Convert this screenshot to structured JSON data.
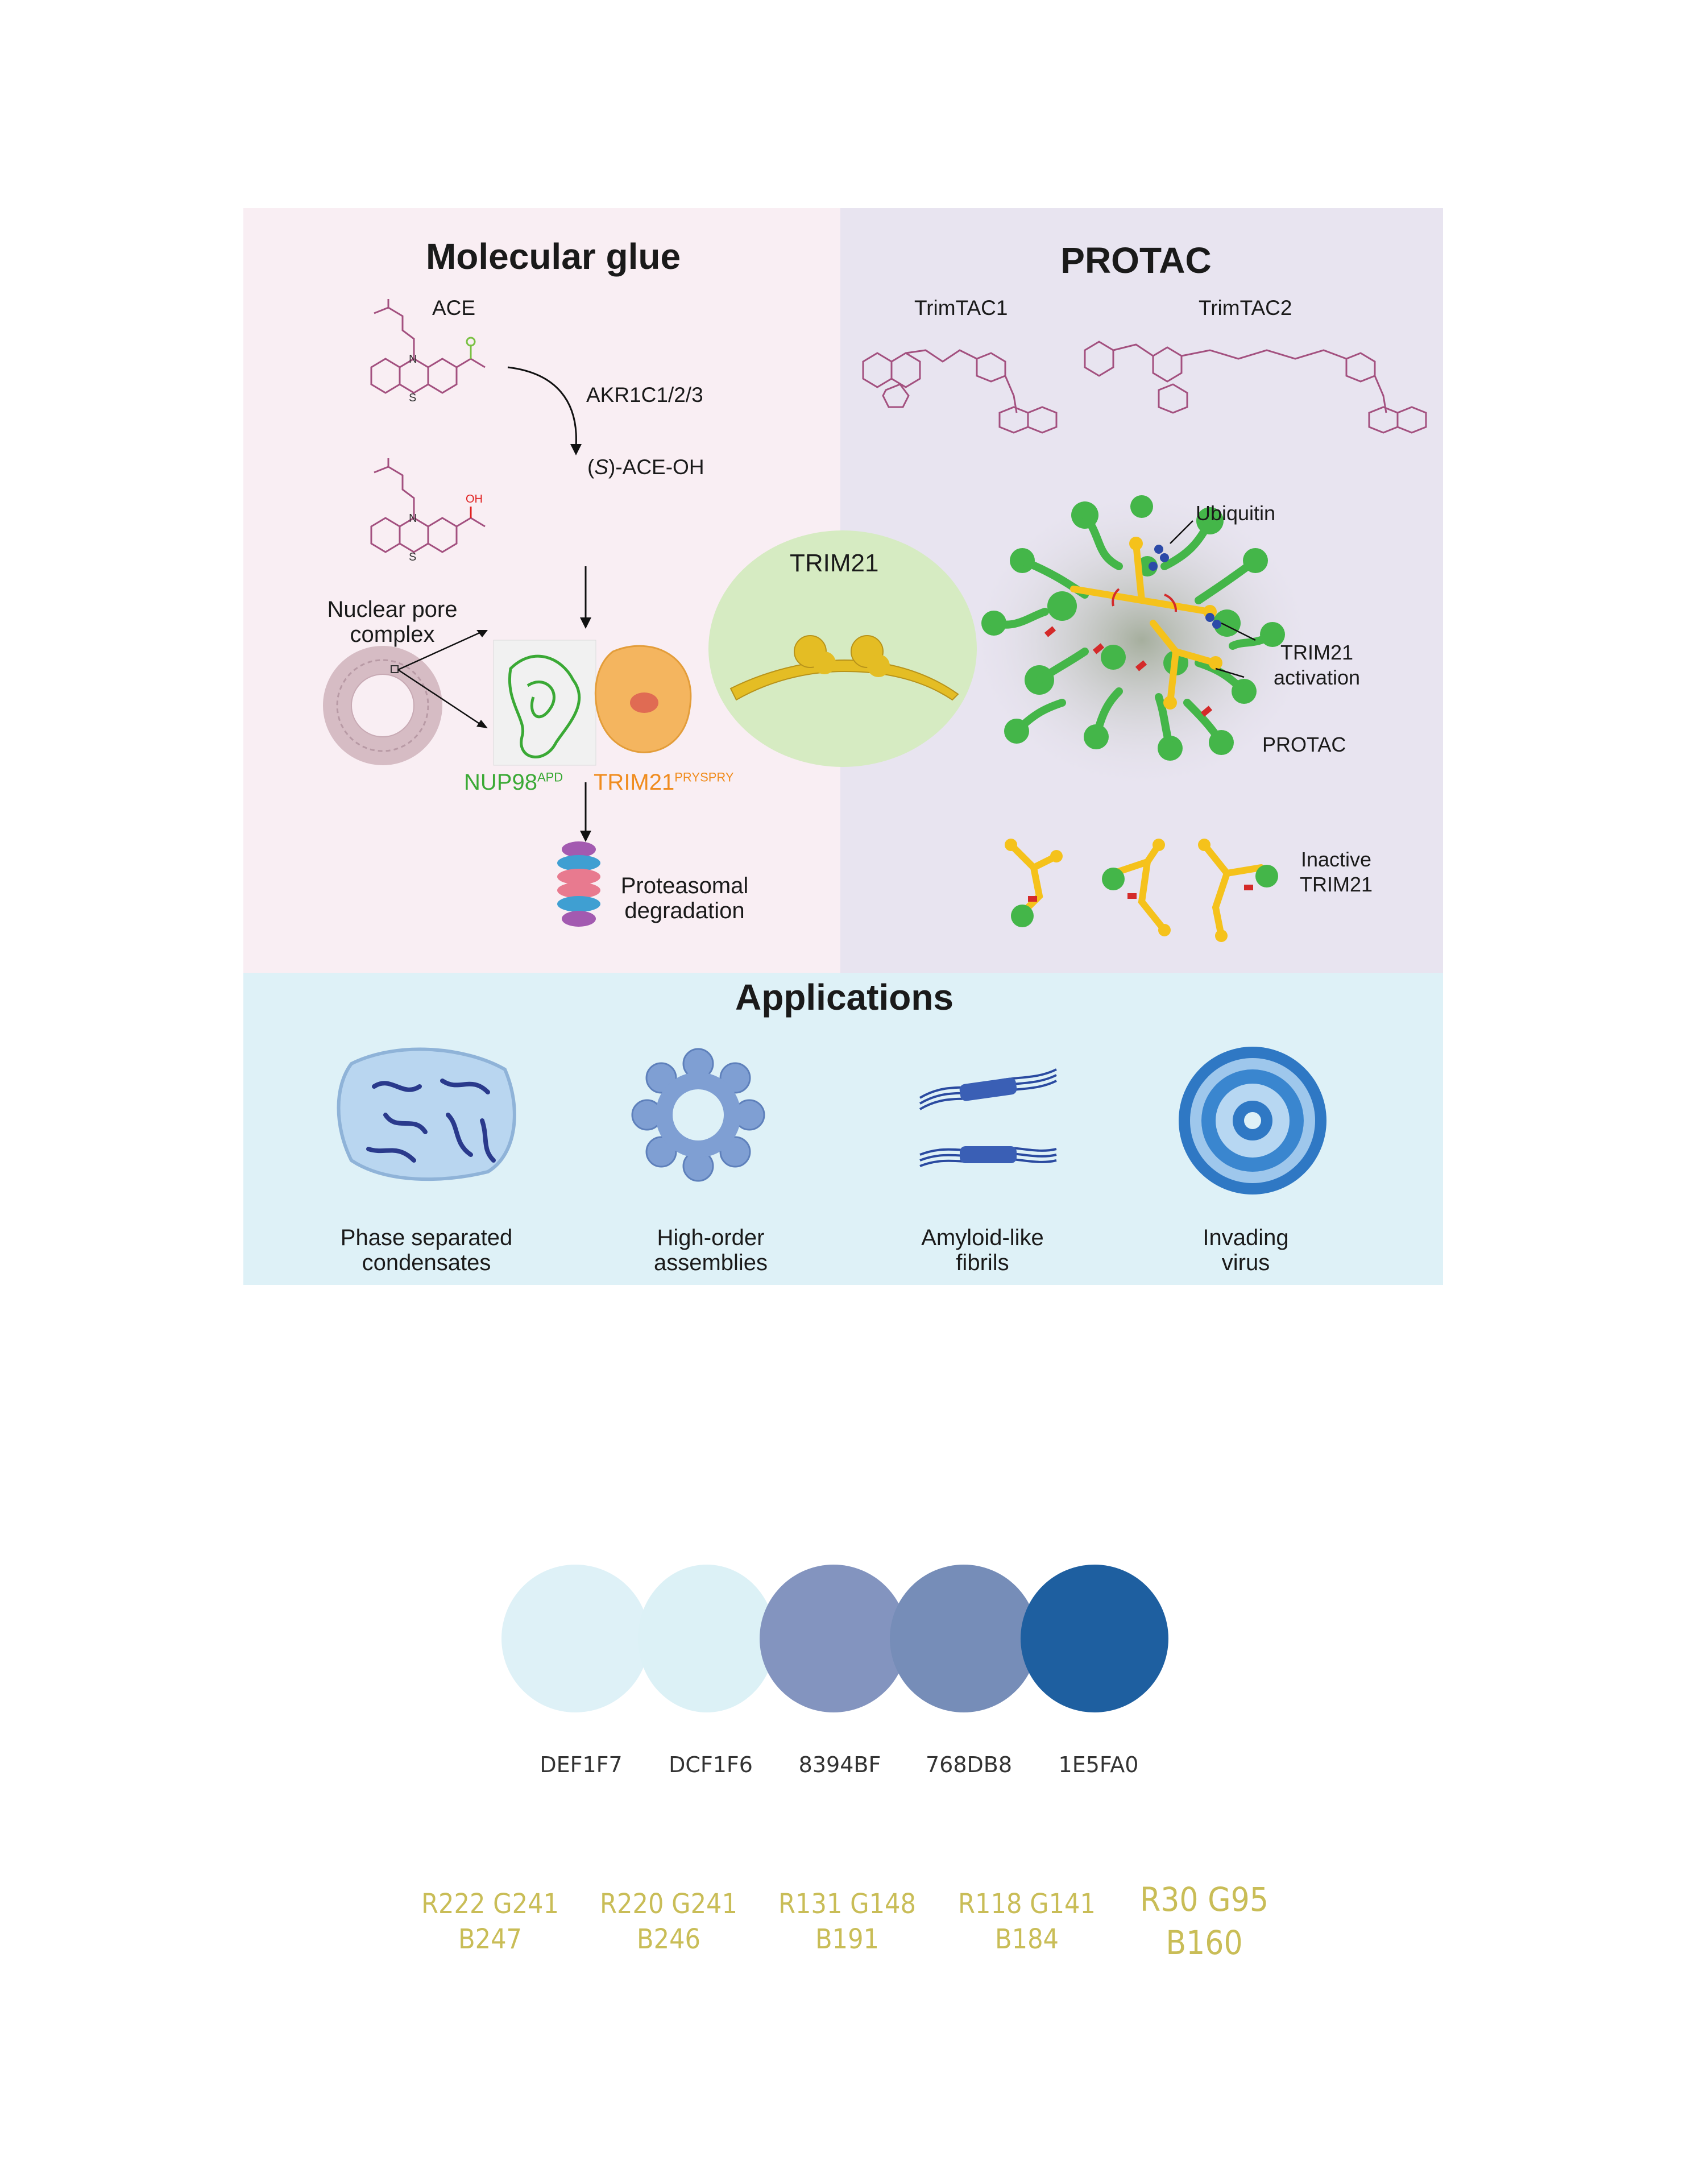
{
  "molecular_glue": {
    "title": "Molecular glue",
    "compound": "ACE",
    "enzyme": "AKR1C1/2/3",
    "metabolite_prefix": "(",
    "metabolite_italic": "S",
    "metabolite_suffix": ")-ACE-OH",
    "npc_label_1": "Nuclear pore",
    "npc_label_2": "complex",
    "nup98": "NUP98",
    "nup98_sup": "APD",
    "trim21_domain": "TRIM21",
    "trim21_domain_sup": "PRYSPRY",
    "proteasome_1": "Proteasomal",
    "proteasome_2": "degradation"
  },
  "center": {
    "label": "TRIM21"
  },
  "protac": {
    "title": "PROTAC",
    "compound_1": "TrimTAC1",
    "compound_2": "TrimTAC2",
    "ubiquitin": "Ubiquitin",
    "activation_1": "TRIM21",
    "activation_2": "activation",
    "protac_label": "PROTAC",
    "inactive_1": "Inactive",
    "inactive_2": "TRIM21"
  },
  "applications": {
    "title": "Applications",
    "items": [
      {
        "line1": "Phase separated",
        "line2": "condensates"
      },
      {
        "line1": "High-order",
        "line2": "assemblies"
      },
      {
        "line1": "Amyloid-like",
        "line2": "fibrils"
      },
      {
        "line1": "Invading",
        "line2": "virus"
      }
    ]
  },
  "palette": [
    {
      "hex": "DEF1F7",
      "color": "#DEF1F7",
      "rgb_1": "R222 G241",
      "rgb_2": "B247"
    },
    {
      "hex": "DCF1F6",
      "color": "#DCF1F6",
      "rgb_1": "R220 G241",
      "rgb_2": "B246"
    },
    {
      "hex": "8394BF",
      "color": "#8394BF",
      "rgb_1": "R131 G148",
      "rgb_2": "B191"
    },
    {
      "hex": "768DB8",
      "color": "#768DB8",
      "rgb_1": "R118 G141",
      "rgb_2": "B184"
    },
    {
      "hex": "1E5FA0",
      "color": "#1E5FA0",
      "rgb_1": "R30 G95",
      "rgb_2": "B160"
    }
  ],
  "colors": {
    "glue_bg": "#f9eef3",
    "protac_bg": "#e8e4f0",
    "apps_bg": "#def1f7",
    "nup98_green": "#3aa935",
    "trim21_orange": "#f08c1e",
    "trim21_gold": "#f5c21b",
    "ligand_magenta": "#a3507f"
  }
}
